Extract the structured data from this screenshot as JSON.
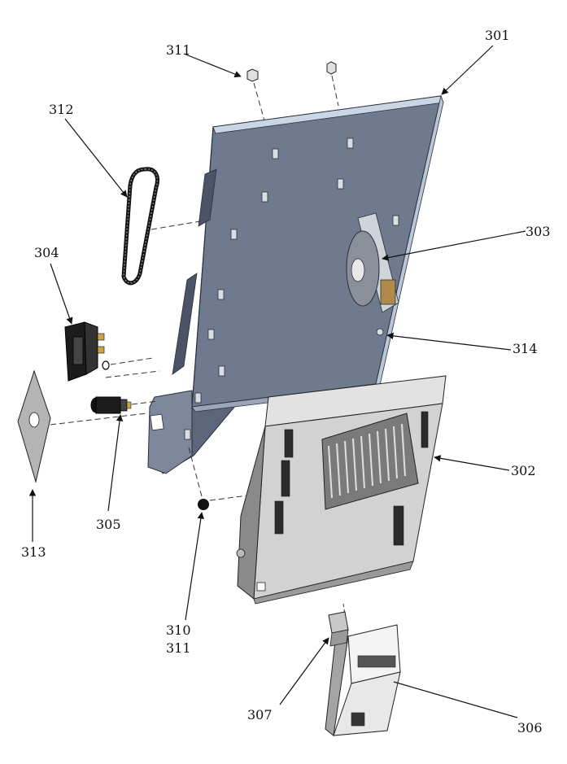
{
  "labels": {
    "l301": "301",
    "l302": "302",
    "l303": "303",
    "l304": "304",
    "l305": "305",
    "l306": "306",
    "l307": "307",
    "l310": "310",
    "l311_top": "311",
    "l311_bottom": "311",
    "l312": "312",
    "l313": "313",
    "l314": "314"
  },
  "colors": {
    "plate": "#6f7a8e",
    "plate_edge": "#c9d6e6",
    "plate_side": "#566174",
    "housing": "#d2d2d2",
    "housing_dark": "#6e6e6e",
    "line": "#111111"
  }
}
